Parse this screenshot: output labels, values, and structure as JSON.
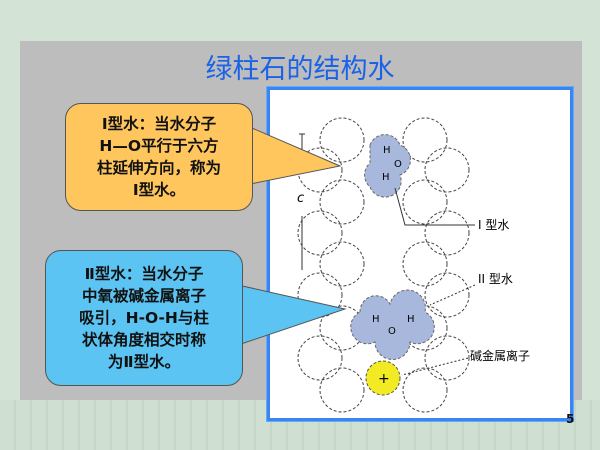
{
  "slide": {
    "title": "绿柱石的结构水",
    "page_number": "5",
    "callout_type1": [
      "Ⅰ型水：当水分子",
      "H—O平行于六方",
      "柱延伸方向，称为",
      "Ⅰ型水。"
    ],
    "callout_type2": [
      "Ⅱ型水：当水分子",
      "中氧被碱金属离子",
      "吸引，H-O-H与柱",
      "状体角度相交时称",
      "为Ⅱ型水。"
    ],
    "figure": {
      "axis_label": "c",
      "label_type1": "Ⅰ 型水",
      "label_type2": "ⅠⅠ 型水",
      "label_alkali": "碱金属离子",
      "atom_h": "H",
      "atom_o": "O",
      "ion_sign": "+",
      "colors": {
        "water": "#a8b8dc",
        "ion": "#f2ea22"
      }
    }
  }
}
